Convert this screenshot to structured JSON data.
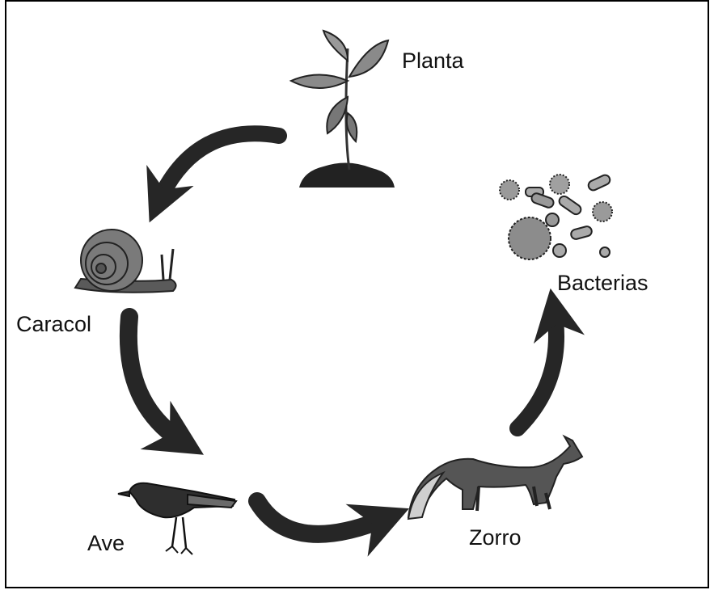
{
  "diagram": {
    "nodes": [
      {
        "id": "plant",
        "label": "Planta",
        "icon": "plant-icon"
      },
      {
        "id": "bacteria",
        "label": "Bacterias",
        "icon": "bacteria-icon"
      },
      {
        "id": "fox",
        "label": "Zorro",
        "icon": "fox-icon"
      },
      {
        "id": "bird",
        "label": "Ave",
        "icon": "bird-icon"
      },
      {
        "id": "snail",
        "label": "Caracol",
        "icon": "snail-icon"
      }
    ],
    "edges": [
      {
        "from": "plant",
        "to": "snail"
      },
      {
        "from": "snail",
        "to": "bird"
      },
      {
        "from": "bird",
        "to": "fox"
      },
      {
        "from": "fox",
        "to": "bacteria"
      }
    ],
    "colors": {
      "arrow": "#262626",
      "ink": "#1a1a1a",
      "fill_dark": "#4d4d4d",
      "fill_mid": "#7a7a7a",
      "fill_light": "#b5b5b5"
    }
  }
}
